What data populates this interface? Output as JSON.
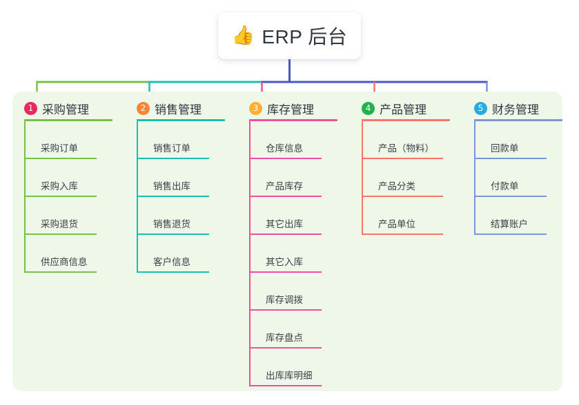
{
  "title": {
    "icon": "thumbs-up-icon",
    "emoji": "👍",
    "text": "ERP 后台"
  },
  "theme": {
    "page_background": "#ffffff",
    "panel_background": "#eff7e9",
    "card_background": "#ffffff",
    "text_color": "#2f3640",
    "trunk_color": "#4a55c8"
  },
  "columns": [
    {
      "number": "1",
      "title": "采购管理",
      "badge_color": "#e8295b",
      "line_color": "#7ac143",
      "items": [
        {
          "label": "采购订单"
        },
        {
          "label": "采购入库"
        },
        {
          "label": "采购退货"
        },
        {
          "label": "供应商信息"
        }
      ]
    },
    {
      "number": "2",
      "title": "销售管理",
      "badge_color": "#f58634",
      "line_color": "#1abfb4",
      "items": [
        {
          "label": "销售订单"
        },
        {
          "label": "销售出库"
        },
        {
          "label": "销售退货"
        },
        {
          "label": "客户信息"
        }
      ]
    },
    {
      "number": "3",
      "title": "库存管理",
      "badge_color": "#fbb034",
      "line_color": "#ee4f9c",
      "items": [
        {
          "label": "仓库信息"
        },
        {
          "label": "产品库存"
        },
        {
          "label": "其它出库"
        },
        {
          "label": "其它入库"
        },
        {
          "label": "库存调拨"
        },
        {
          "label": "库存盘点"
        },
        {
          "label": "出库库明细"
        }
      ]
    },
    {
      "number": "4",
      "title": "产品管理",
      "badge_color": "#22b14c",
      "line_color": "#f8736a",
      "items": [
        {
          "label": "产品（物料）",
          "wide": true
        },
        {
          "label": "产品分类",
          "wide": true
        },
        {
          "label": "产品单位",
          "wide": true
        }
      ]
    },
    {
      "number": "5",
      "title": "财务管理",
      "badge_color": "#29aae1",
      "line_color": "#7c94d8",
      "items": [
        {
          "label": "回款单"
        },
        {
          "label": "付款单"
        },
        {
          "label": "结算账户"
        }
      ]
    }
  ]
}
